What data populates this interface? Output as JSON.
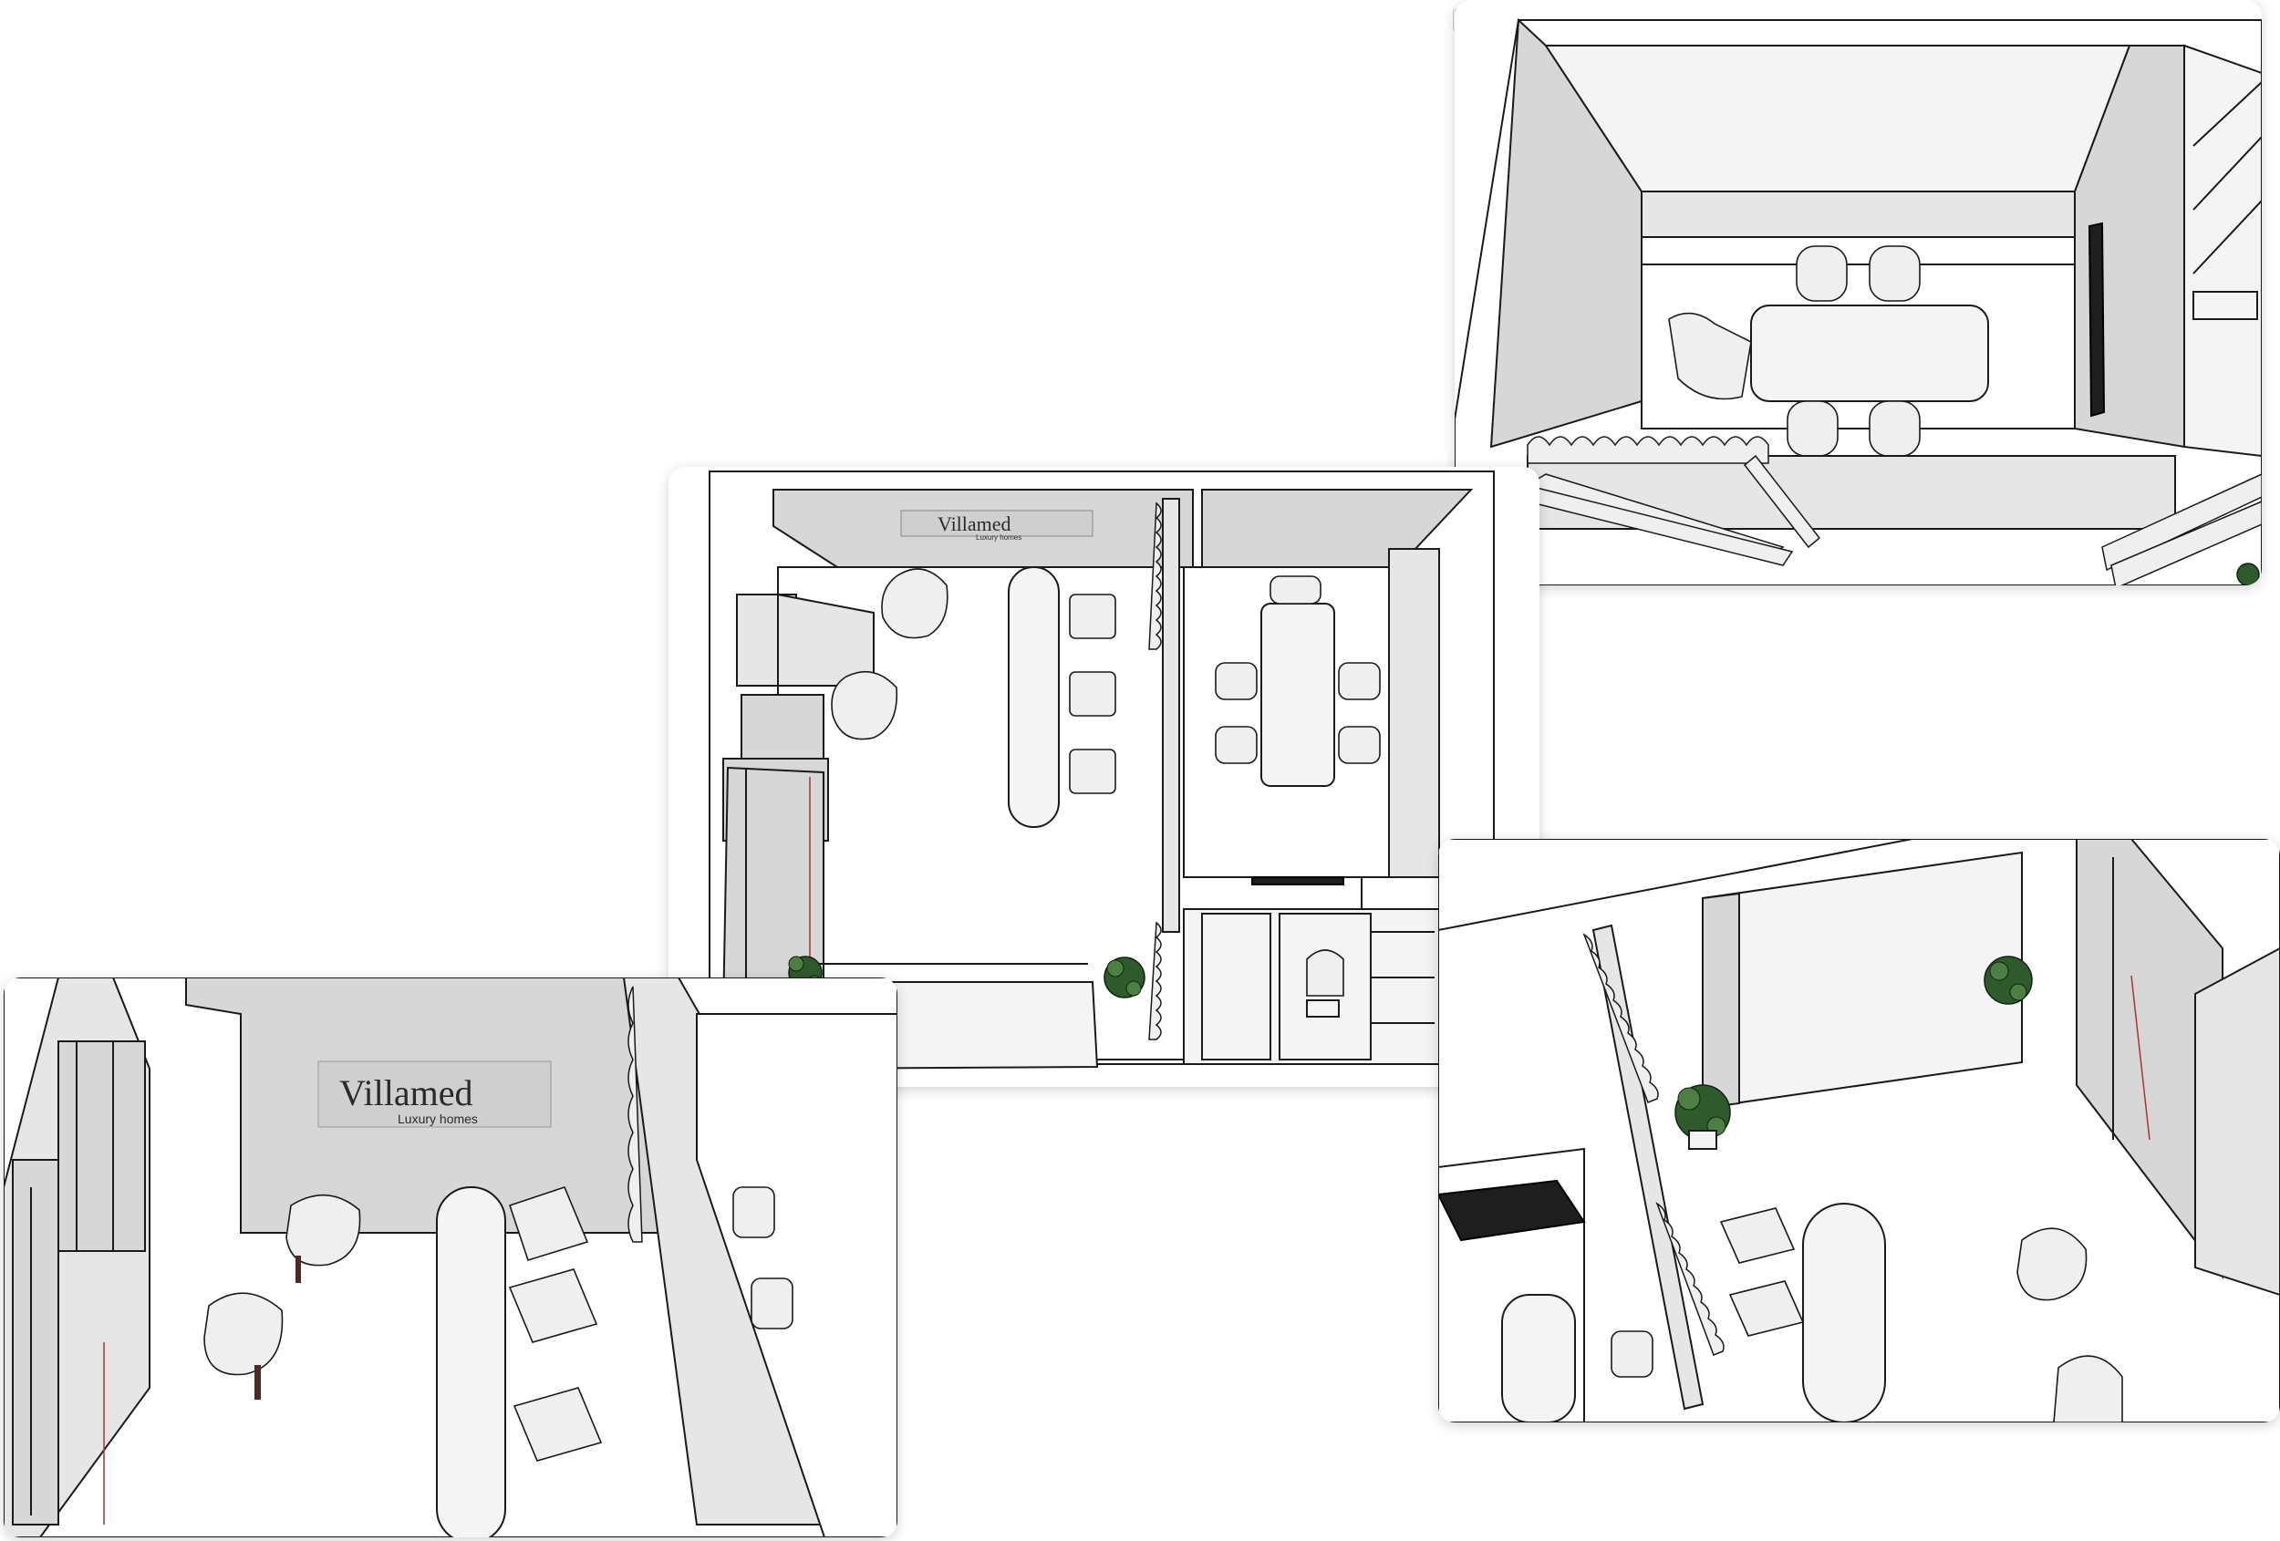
{
  "brand": {
    "name": "Villamed",
    "tagline": "Luxury homes"
  },
  "views": [
    {
      "id": "top-right",
      "icon": "copy-icon"
    },
    {
      "id": "floor-plan"
    },
    {
      "id": "bottom-right"
    },
    {
      "id": "bottom-left"
    }
  ],
  "colors": {
    "wall": "#d7d7d7",
    "floor": "#ffffff",
    "line": "#1a1a1a",
    "plant": "#2f5a2c",
    "screen": "#1e1e1e"
  }
}
